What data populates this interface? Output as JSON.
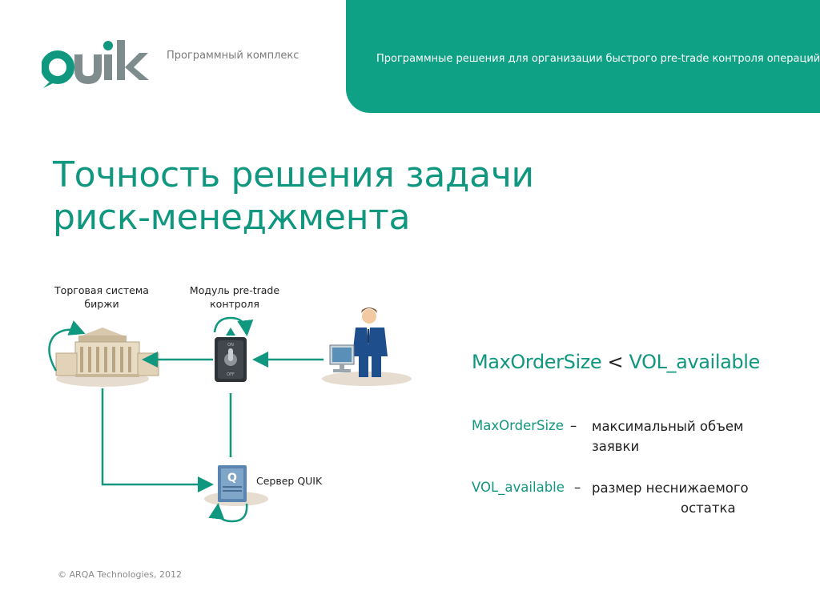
{
  "header": {
    "logo_text": "QUIK",
    "subtitle": "Программный комплекс",
    "banner_text": "Программные решения для организации быстрого pre-trade контроля операций",
    "accent_color": "#0ea186"
  },
  "title": {
    "line1": "Точность решения задачи",
    "line2": "риск-менеджмента"
  },
  "diagram": {
    "exchange_label_1": "Торговая система",
    "exchange_label_2": "биржи",
    "module_label_1": "Модуль pre-trade",
    "module_label_2": "контроля",
    "server_label": "Сервер QUIK",
    "icons": [
      "exchange-building-icon",
      "toggle-switch-icon",
      "trader-at-computer-icon",
      "server-icon"
    ]
  },
  "formula": {
    "left": "MaxOrderSize",
    "op": "<",
    "right": "VOL_available"
  },
  "definitions": [
    {
      "term": "MaxOrderSize",
      "dash": "–",
      "line1": "максимальный объем",
      "line2": "заявки"
    },
    {
      "term": "VOL_available",
      "dash": "–",
      "line1": "размер неснижаемого",
      "line2": "остатка"
    }
  ],
  "footer": "© ARQA Technologies, 2012"
}
